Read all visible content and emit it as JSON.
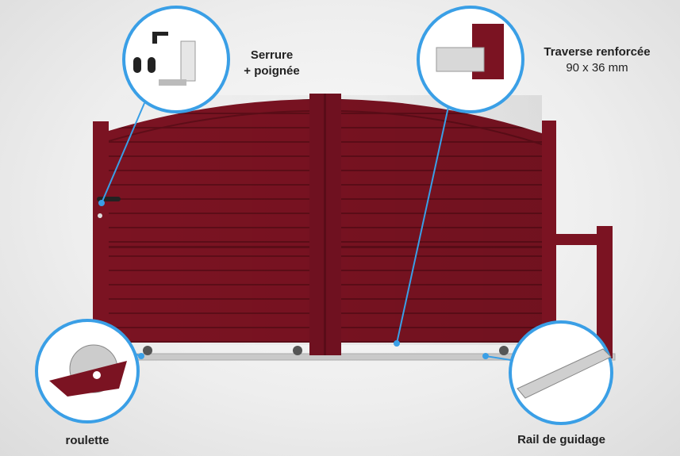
{
  "labels": {
    "lock": {
      "line1": "Serrure",
      "line2": "+ poignée"
    },
    "beam": {
      "title": "Traverse renforcée",
      "size": "90 x 36 mm"
    },
    "wheel": "roulette",
    "rail": "Rail de guidage"
  },
  "colors": {
    "gate": "#7b1322",
    "accent": "#3a9fe6"
  }
}
